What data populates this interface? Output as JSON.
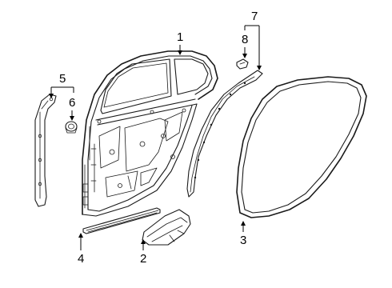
{
  "diagram": {
    "callouts": [
      {
        "id": "1",
        "label": "1",
        "part": "door-shell"
      },
      {
        "id": "2",
        "label": "2",
        "part": "lower-trim-bracket"
      },
      {
        "id": "3",
        "label": "3",
        "part": "door-weatherstrip"
      },
      {
        "id": "4",
        "label": "4",
        "part": "lower-molding"
      },
      {
        "id": "5",
        "label": "5",
        "part": "pillar-trim"
      },
      {
        "id": "6",
        "label": "6",
        "part": "trim-grommet"
      },
      {
        "id": "7",
        "label": "7",
        "part": "frame-seal"
      },
      {
        "id": "8",
        "label": "8",
        "part": "seal-clip"
      }
    ],
    "colors": {
      "line": "#1a1a1a",
      "background": "#ffffff"
    }
  }
}
